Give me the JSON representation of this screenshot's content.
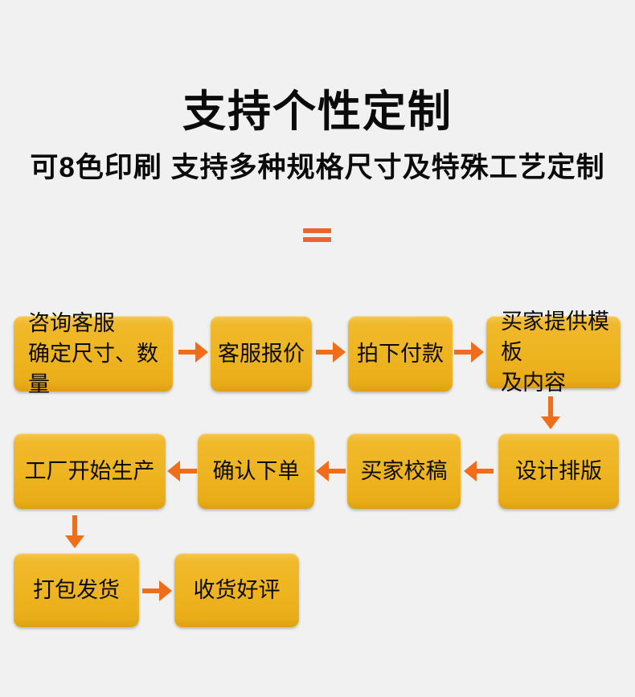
{
  "header": {
    "title": "支持个性定制",
    "subtitle": "可8色印刷 支持多种规格尺寸及特殊工艺定制"
  },
  "flow": {
    "steps": [
      {
        "id": "consult",
        "label": "咨询客服\n确定尺寸、数量"
      },
      {
        "id": "quote",
        "label": "客服报价"
      },
      {
        "id": "pay",
        "label": "拍下付款"
      },
      {
        "id": "provide-template",
        "label": "买家提供模板\n及内容"
      },
      {
        "id": "design",
        "label": "设计排版"
      },
      {
        "id": "proofread",
        "label": "买家校稿"
      },
      {
        "id": "confirm-order",
        "label": "确认下单"
      },
      {
        "id": "production",
        "label": "工厂开始生产"
      },
      {
        "id": "ship",
        "label": "打包发货"
      },
      {
        "id": "review",
        "label": "收货好评"
      }
    ],
    "connections": [
      "咨询客服确定尺寸、数量 → 客服报价",
      "客服报价 → 拍下付款",
      "拍下付款 → 买家提供模板及内容",
      "买家提供模板及内容 ↓ 设计排版",
      "设计排版 → 买家校稿",
      "买家校稿 → 确认下单",
      "确认下单 → 工厂开始生产",
      "工厂开始生产 ↓ 打包发货",
      "打包发货 → 收货好评"
    ]
  },
  "colors": {
    "background": "#f1f1f1",
    "box-yellow": "#eeb420",
    "box-yellow-light": "#f6c64d",
    "box-yellow-dark": "#dda012",
    "arrow-orange": "#f06e1a",
    "equals-orange": "#e8662e",
    "text": "#0b0b0b"
  }
}
